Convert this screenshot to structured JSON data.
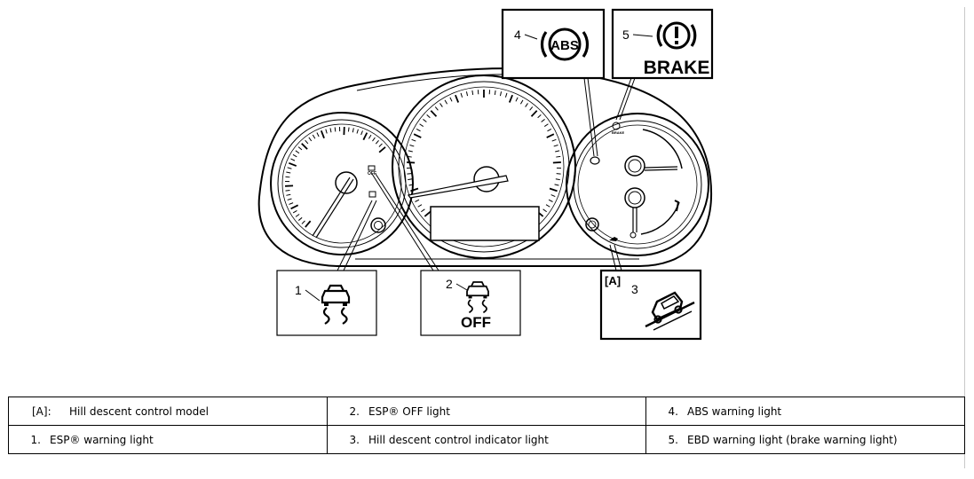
{
  "callouts": {
    "c1": {
      "num": "1",
      "text": ""
    },
    "c2": {
      "num": "2",
      "text": "OFF"
    },
    "c3": {
      "num": "3",
      "tag": "[A]"
    },
    "c4": {
      "num": "4",
      "text": "ABS"
    },
    "c5": {
      "num": "5",
      "text": "BRAKE"
    }
  },
  "legend": {
    "rows": [
      [
        {
          "key": "[A]:",
          "label": "Hill descent control model"
        },
        {
          "key": "2.",
          "label": "ESP® OFF light"
        },
        {
          "key": "4.",
          "label": "ABS warning light"
        }
      ],
      [
        {
          "key": "1.",
          "label": "ESP® warning light"
        },
        {
          "key": "3.",
          "label": "Hill descent control indicator light"
        },
        {
          "key": "5.",
          "label": "EBD warning light (brake warning light)"
        }
      ]
    ]
  }
}
